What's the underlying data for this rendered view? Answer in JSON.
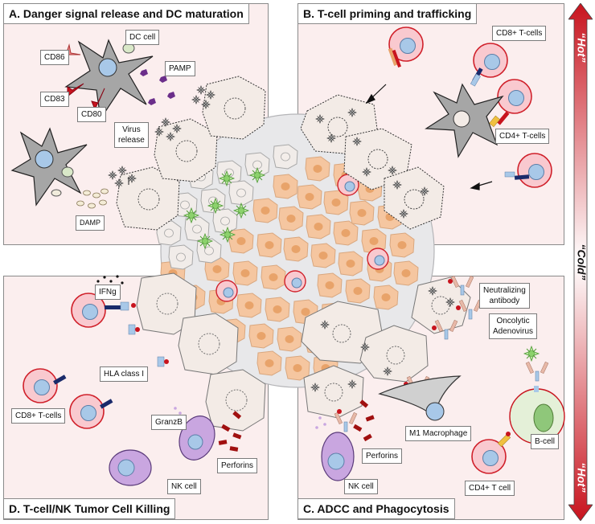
{
  "panels": {
    "a": {
      "title": "A. Danger signal release and DC maturation"
    },
    "b": {
      "title": "B. T-cell priming and trafficking"
    },
    "c": {
      "title": "C. ADCC and Phagocytosis"
    },
    "d": {
      "title": "D. T-cell/NK Tumor Cell Killing"
    }
  },
  "labels": {
    "dc_cell": "DC cell",
    "cd86": "CD86",
    "cd83": "CD83",
    "cd80": "CD80",
    "pamp": "PAMP",
    "virus_release_1": "Virus",
    "virus_release_2": "release",
    "damp": "DAMP",
    "cd8_t_cells_top": "CD8+ T-cells",
    "cd4_t_cells": "CD4+ T-cells",
    "ifng": "IFNg",
    "hla_class_i": "HLA class I",
    "cd8_t_cells_left": "CD8+ T-cells",
    "granzb": "GranzB",
    "perforins_left": "Perforins",
    "nk_cell_left": "NK cell",
    "neutralizing_1": "Neutralizing",
    "neutralizing_2": "antibody",
    "oncolytic_1": "Oncolytic",
    "oncolytic_2": "Adenovirus",
    "m1_macrophage": "M1 Macrophage",
    "b_cell": "B-cell",
    "perforins_right": "Perforins",
    "nk_cell_right": "NK cell",
    "cd4_t_cell": "CD4+ T cell"
  },
  "scale": {
    "hot_top": "“Hot”",
    "cold": "“Cold”",
    "hot_bottom": "“Hot”"
  },
  "colors": {
    "panel_bg": "#fbeeee",
    "hot": "#c8141e",
    "cold": "#ffffff",
    "tumor_cell": "#f5c6a0",
    "tumor_nucleus": "#e8a36a",
    "t_cell": "#f9c9cf",
    "t_cell_nucleus": "#a8c8e8",
    "dc_cell": "#a6a6a6",
    "nk_cell": "#c9a6e0",
    "b_cell_nucleus": "#8fc77a",
    "virus": "#8cd26c"
  }
}
